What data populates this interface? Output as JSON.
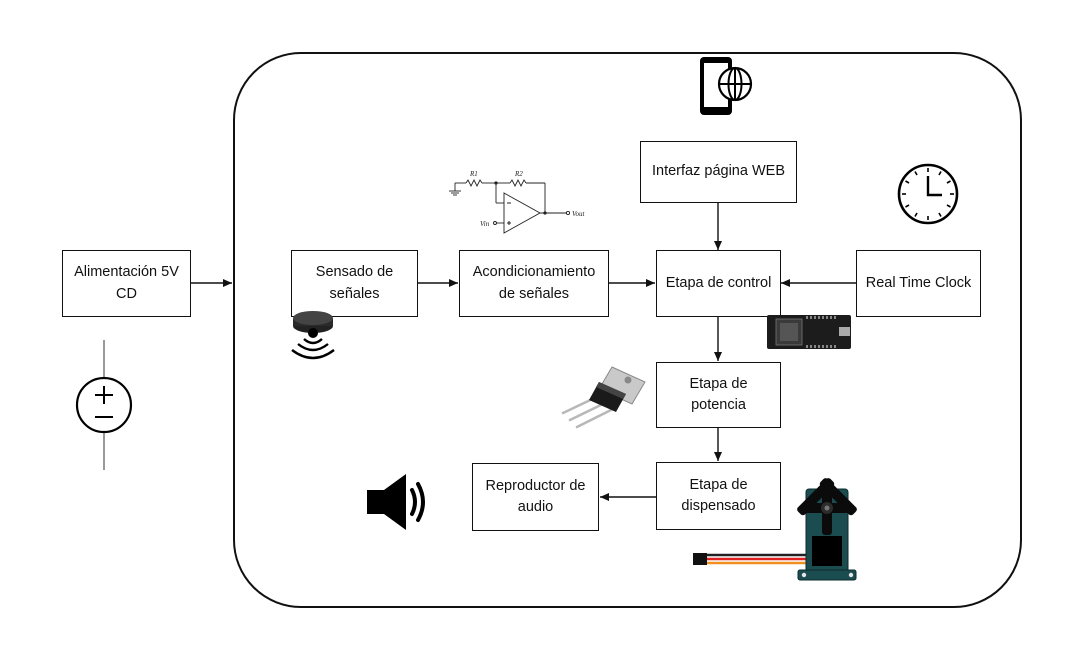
{
  "blocks": {
    "power": "Alimentación 5V CD",
    "sensing": "Sensado de señales",
    "conditioning": "Acondicionamiento de señales",
    "control": "Etapa de control",
    "web": "Interfaz página WEB",
    "rtc": "Real Time Clock",
    "power_stage": "Etapa de potencia",
    "dispensing": "Etapa de dispensado",
    "audio": "Reproductor de audio"
  },
  "opamp_labels": {
    "r1": "R1",
    "r2": "R2",
    "vin": "Vin",
    "vout": "Vout"
  },
  "icons": [
    "dc-voltage-source-icon",
    "smartphone-globe-icon",
    "clock-icon",
    "opamp-circuit-icon",
    "proximity-sensor-icon",
    "microcontroller-board-icon",
    "transistor-icon",
    "speaker-icon",
    "servo-motor-icon"
  ]
}
